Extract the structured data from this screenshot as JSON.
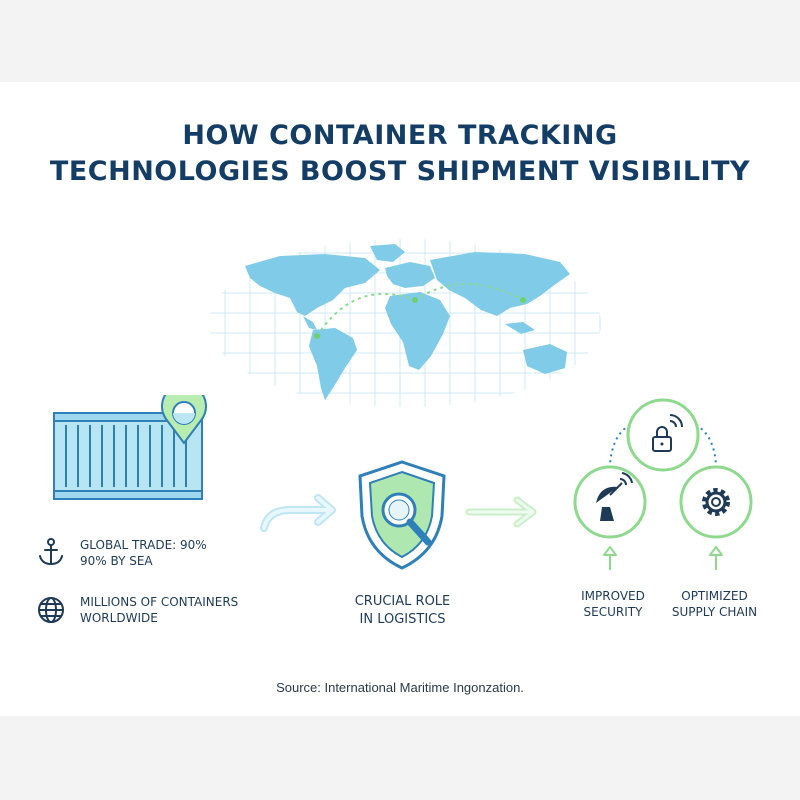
{
  "title": {
    "line1": "HOW CONTAINER TRACKING",
    "line2": "TECHNOLOGIES BOOST SHIPMENT VISIBILITY"
  },
  "stats": [
    {
      "icon": "anchor-icon",
      "line1": "GLOBAL TRADE: 90%",
      "line2": "90% BY SEA"
    },
    {
      "icon": "globe-icon",
      "line1": "MILLIONS OF CONTAINERS",
      "line2": "WORLDWIDE"
    }
  ],
  "center": {
    "icon": "shield-magnifier-icon",
    "line1": "CRUCIAL ROLE",
    "line2": "IN LOGISTICS"
  },
  "benefits": [
    {
      "icon": "satellite-dish-icon",
      "line1": "IMPROVED",
      "line2": "SECURITY"
    },
    {
      "icon": "gear-icon",
      "line1": "OPTIMIZED",
      "line2": "SUPPLY CHAIN"
    }
  ],
  "top_icon": "padlock-wifi-icon",
  "source": "Source: International Maritime Ingonzation.",
  "colors": {
    "title": "#143d66",
    "accent_blue": "#2f7fb8",
    "map_fill": "#7fcbe8",
    "accent_green": "#8fd98f",
    "text": "#1e3a56"
  }
}
